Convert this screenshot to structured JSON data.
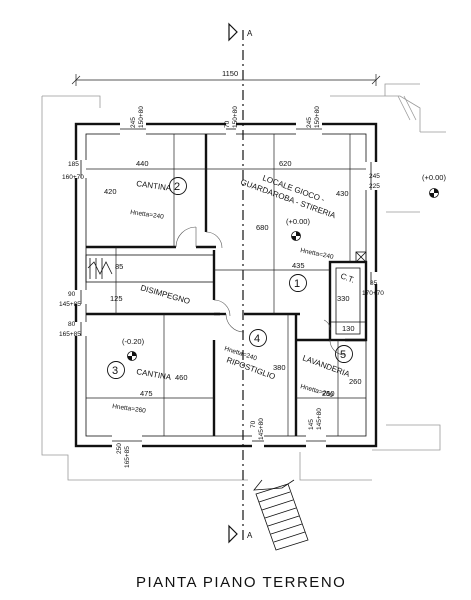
{
  "title": "PIANTA PIANO TERRENO",
  "section_marker": "A",
  "overall_width": "1150",
  "top_dims": [
    "440",
    "620"
  ],
  "openings_top": [
    "245\n150+80",
    "70\n150+80",
    "245\n150+80"
  ],
  "openings_left": [
    "185\n160+70",
    "90\n145+85",
    "80\n165+85"
  ],
  "openings_bottom": [
    "250\n165+85",
    "70\n145+80",
    "145\n145+80"
  ],
  "openings_right": [
    "245\n225",
    "85\n170+70"
  ],
  "exterior_level": "(+0.00)",
  "rooms": {
    "cantina_2": {
      "name": "CANTINA",
      "number": "2",
      "h": "Hnetta=240",
      "dim_v": "420"
    },
    "locale": {
      "name1": "LOCALE GIOCO -",
      "name2": "GUARDAROBA - STIRERIA",
      "number": "1",
      "h": "Hnetta=240",
      "level": "(+0.00)",
      "dim_v1": "680",
      "dim_v2": "430",
      "dim_h": "435"
    },
    "disimpegno": {
      "name": "DISIMPEGNO",
      "dim_h": "125",
      "stair_dim": "85"
    },
    "cantina_3": {
      "name": "CANTINA",
      "number": "3",
      "h": "Hnetta=260",
      "level": "(-0.20)",
      "dim_v": "460",
      "dim_h": "475"
    },
    "ripostiglio": {
      "name": "RIPOSTIGLIO",
      "number": "4",
      "h": "Hnetta=240",
      "dim_v": "380"
    },
    "lavanderia": {
      "name": "LAVANDERIA",
      "number": "5",
      "h": "Hnetta=260",
      "dim_v": "260",
      "dim_h": "250"
    },
    "ct": {
      "name": "C.T.",
      "dim_v": "330",
      "dim_h": "130"
    }
  }
}
